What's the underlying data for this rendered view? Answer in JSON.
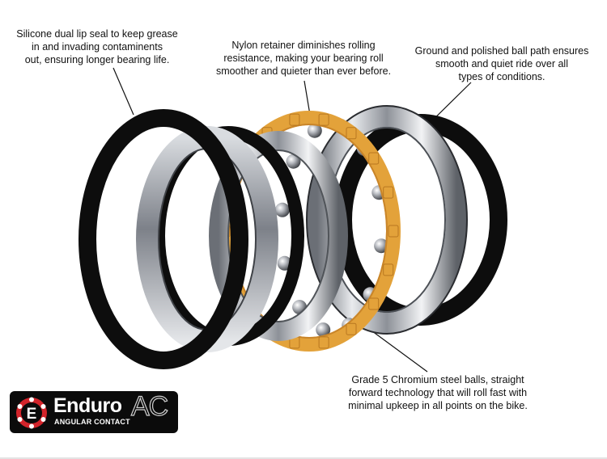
{
  "callouts": {
    "seal": "Silicone dual lip seal to keep grease\nin and invading contaminents\nout, ensuring longer bearing life.",
    "retainer": "Nylon retainer diminishes rolling\nresistance, making your bearing roll\nsmoother and quieter than ever before.",
    "ball_path": "Ground and polished ball path ensures\nsmooth and quiet ride over all\ntypes of conditions.",
    "balls": "Grade 5 Chromium steel balls, straight\nforward technology that will roll fast with\nminimal upkeep in all points on the bike."
  },
  "logo": {
    "badge_letter": "E",
    "brand": "Enduro",
    "suffix": "AC",
    "tagline": "ANGULAR CONTACT"
  },
  "colors": {
    "seal": "#0d0d0d",
    "retainer": "#e3a23a",
    "steel": "#b9bcc2",
    "logo_red": "#d3242b",
    "logo_bg": "#0b0b0b"
  }
}
